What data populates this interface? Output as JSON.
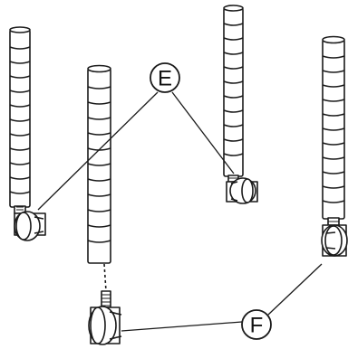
{
  "diagram": {
    "callouts": [
      {
        "id": "E",
        "label": "E"
      },
      {
        "id": "F",
        "label": "F"
      }
    ],
    "colors": {
      "stroke": "#1a1a1a",
      "fill": "#ffffff",
      "background": "#ffffff"
    }
  }
}
